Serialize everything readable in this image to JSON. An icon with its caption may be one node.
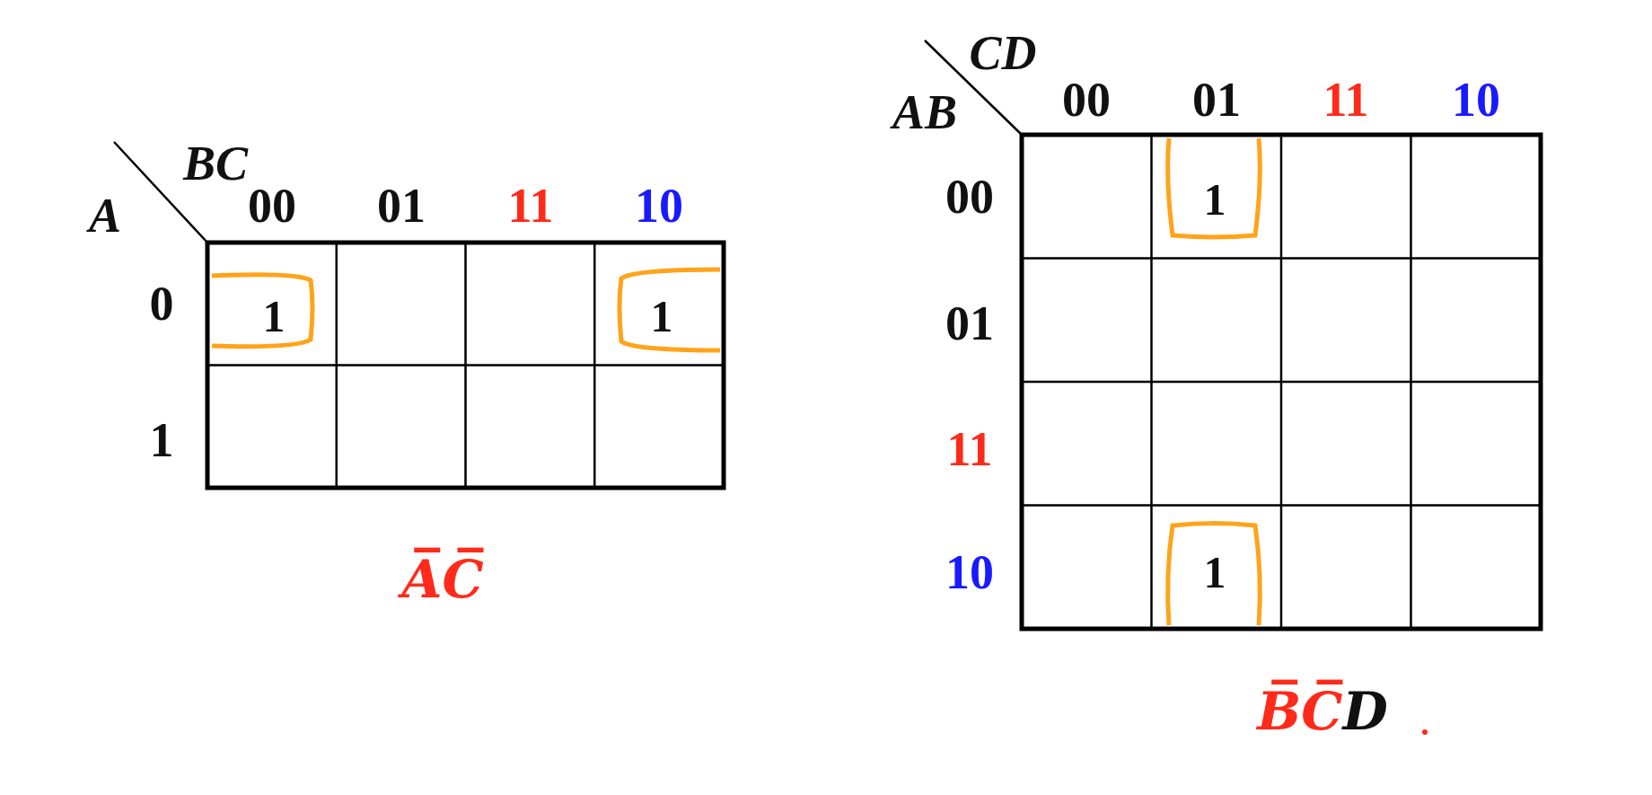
{
  "diagram": {
    "labels": [
      "BC",
      "A",
      "00",
      "01",
      "11",
      "10",
      "0",
      "1",
      "1",
      "1",
      "A̅C̅",
      "CD",
      "AB",
      "00",
      "01",
      "11",
      "10",
      "00",
      "1",
      "01",
      "11",
      "10",
      "1",
      "B̅C̅D"
    ]
  }
}
